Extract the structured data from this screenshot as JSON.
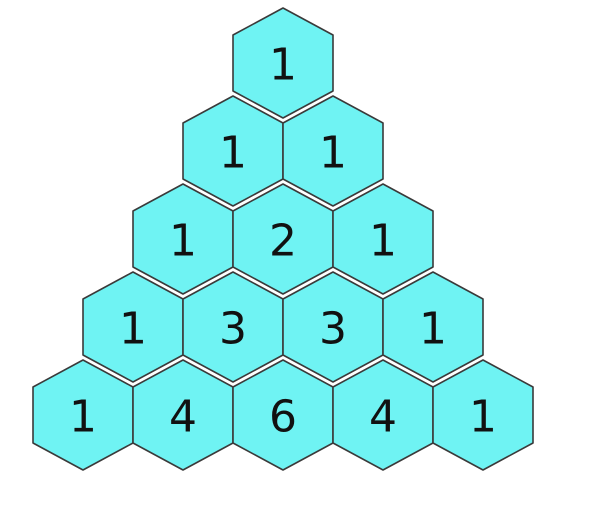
{
  "diagram": {
    "cell_fill": "#6ff3f3",
    "cell_stroke": "#3a3a3a",
    "rows": [
      [
        "1"
      ],
      [
        "1",
        "1"
      ],
      [
        "1",
        "2",
        "1"
      ],
      [
        "1",
        "3",
        "3",
        "1"
      ],
      [
        "1",
        "4",
        "6",
        "4",
        "1"
      ]
    ]
  }
}
